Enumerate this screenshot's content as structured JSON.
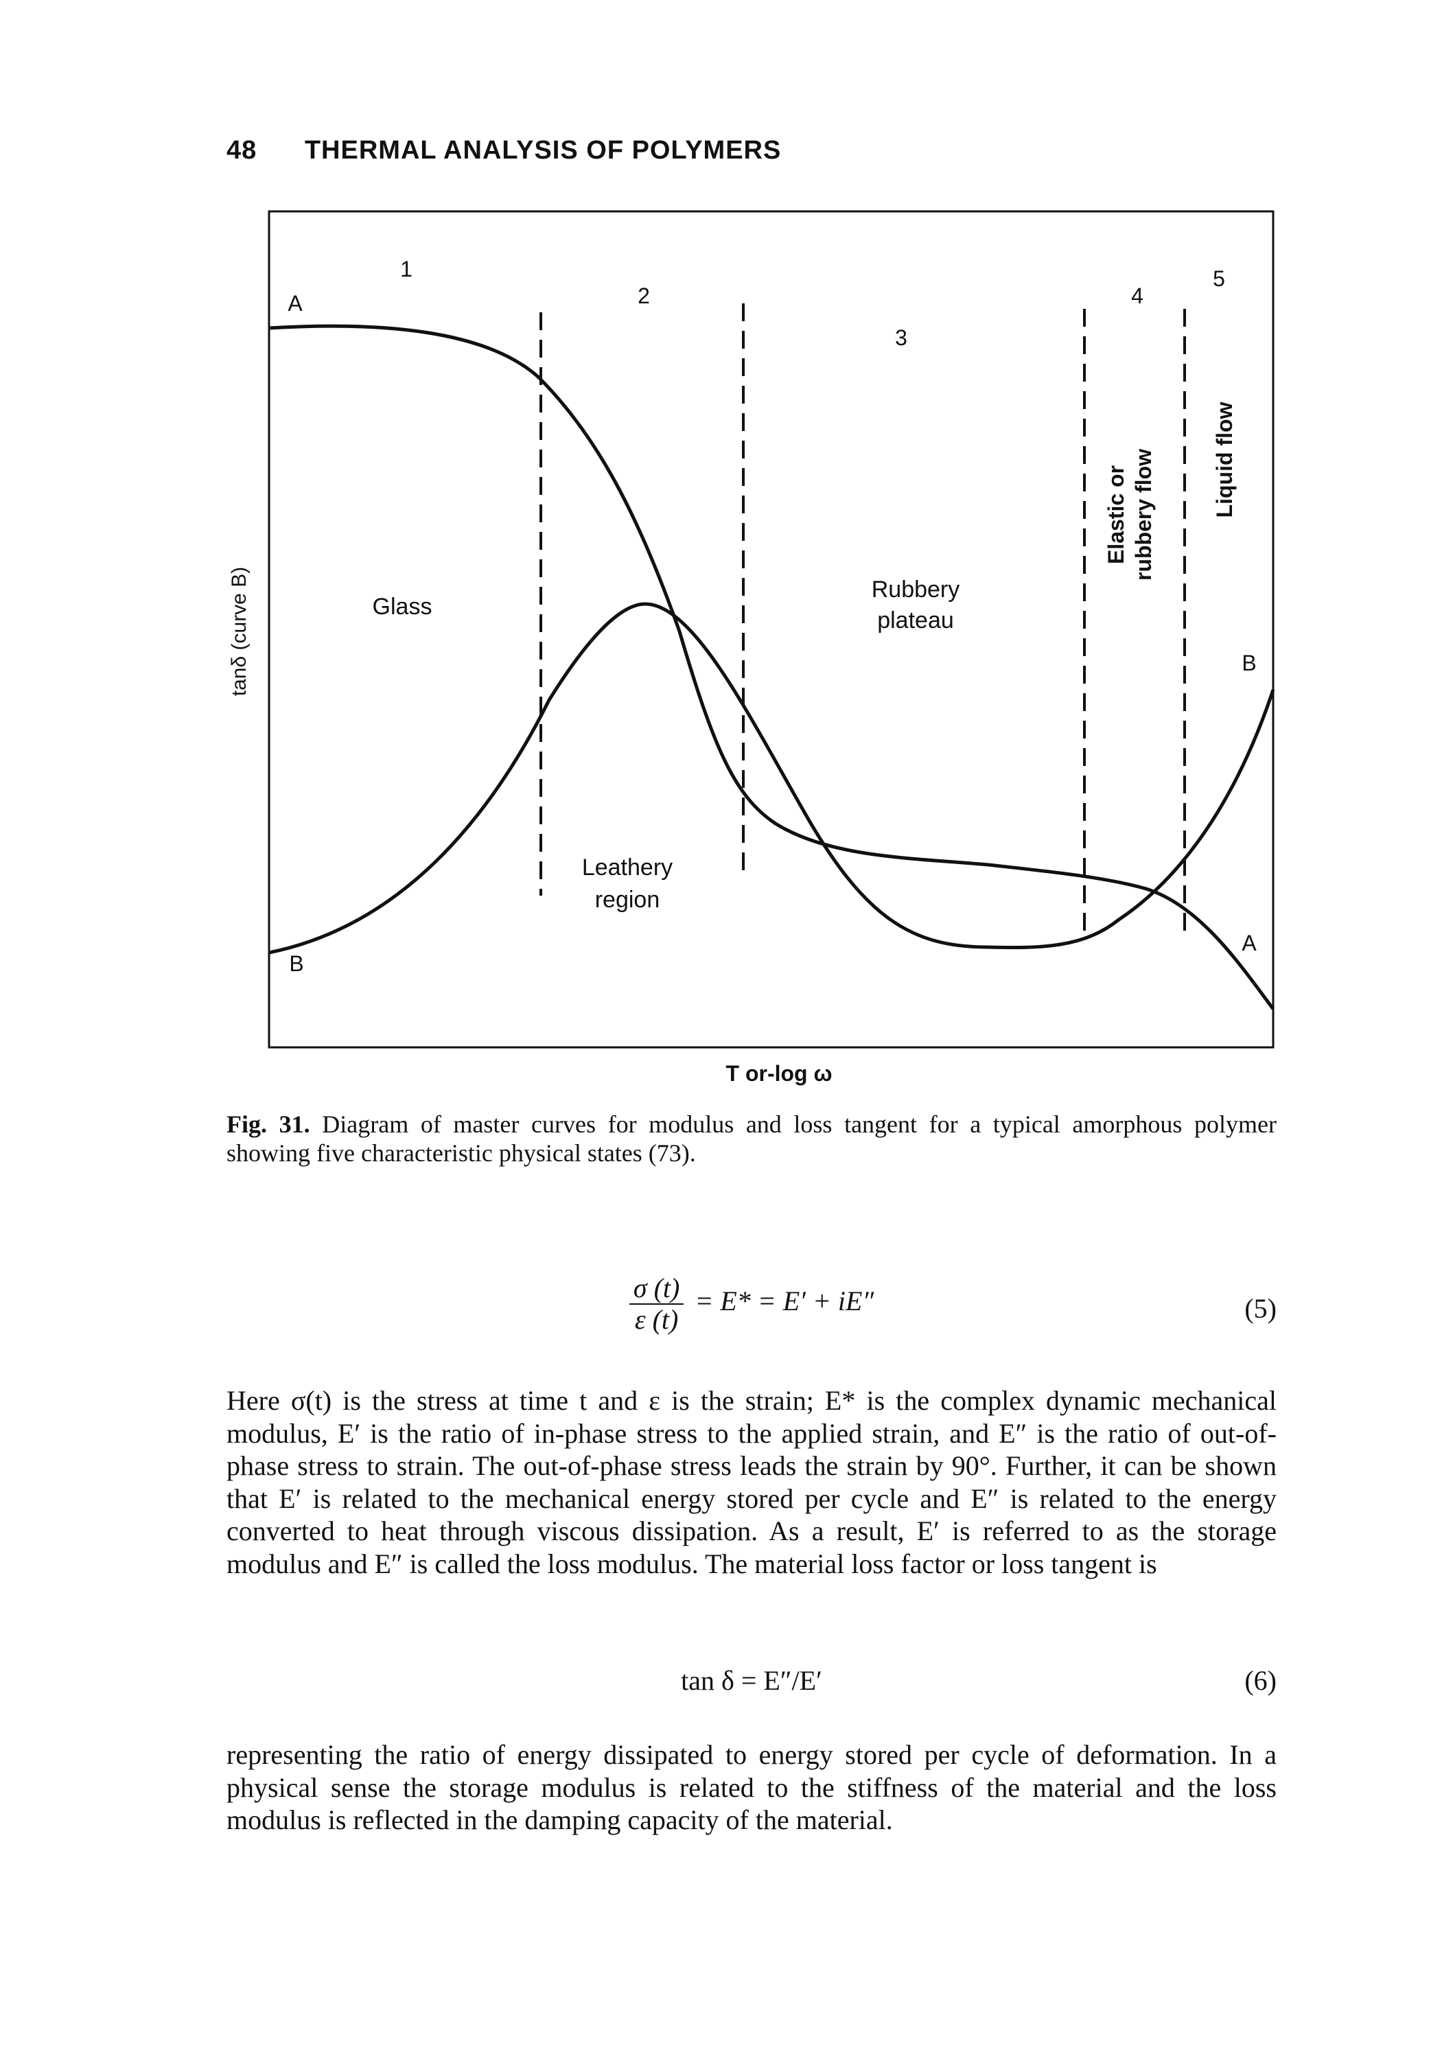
{
  "header": {
    "page_number": "48",
    "running_title": "THERMAL ANALYSIS OF POLYMERS"
  },
  "figure": {
    "y_axis_label": "tanδ (curve B)",
    "x_axis_label": "T or-log ω",
    "region_numbers": [
      "1",
      "2",
      "3",
      "4",
      "5"
    ],
    "region_labels": {
      "glass": "Glass",
      "leathery_1": "Leathery",
      "leathery_2": "region",
      "rubbery_1": "Rubbery",
      "rubbery_2": "plateau",
      "elastic_1": "Elastic or",
      "elastic_2": "rubbery flow",
      "liquid": "Liquid flow"
    },
    "curve_labels": {
      "a_start": "A",
      "a_end": "A",
      "b_start": "B",
      "b_end": "B"
    }
  },
  "caption": {
    "label": "Fig. 31.",
    "text": "Diagram of master curves for modulus and loss tangent for a typical amorphous polymer showing five characteristic physical states (73)."
  },
  "equation5": {
    "numerator": "σ (t)",
    "denominator": "ε (t)",
    "rhs": "= E* = E′ + iE″",
    "number": "(5)"
  },
  "paragraph1": "Here σ(t) is the stress at time t and ε is the strain; E* is the complex dynamic mechanical modulus, E′ is the ratio of in-phase stress to the applied strain, and E″ is the ratio of out-of-phase stress to strain. The out-of-phase stress leads the strain by 90°. Further, it can be shown that E′ is related to the mechanical energy stored per cycle and E″ is related to the energy converted to heat through viscous dissipation. As a result, E′ is referred to as the storage modulus and E″ is called the loss modulus. The material loss factor or loss tangent is",
  "equation6": {
    "expression": "tan δ = E″/E′",
    "number": "(6)"
  },
  "paragraph2": "representing the ratio of energy dissipated to energy stored per cycle of deformation. In a physical sense the storage modulus is related to the stiffness of the material and the loss modulus is reflected in the damping capacity of the material."
}
